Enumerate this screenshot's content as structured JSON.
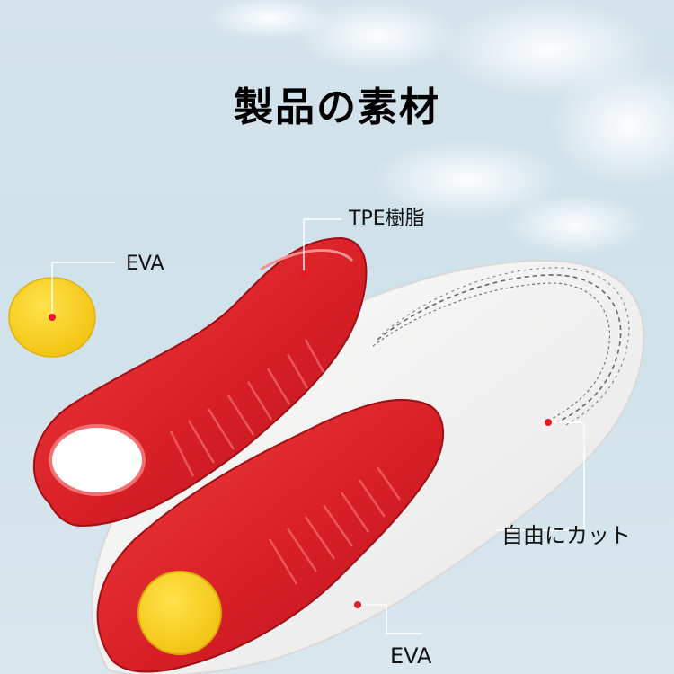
{
  "title": "製品の素材",
  "labels": {
    "tpe_resin": "TPE樹脂",
    "eva_top": "EVA",
    "free_cut": "自由にカット",
    "eva_bottom": "EVA"
  },
  "colors": {
    "background": "#d4e3ec",
    "insole_red": "#e0262a",
    "eva_yellow": "#f7d21c",
    "insole_white": "#f3f3f1",
    "marker_dot": "#e21b26"
  }
}
